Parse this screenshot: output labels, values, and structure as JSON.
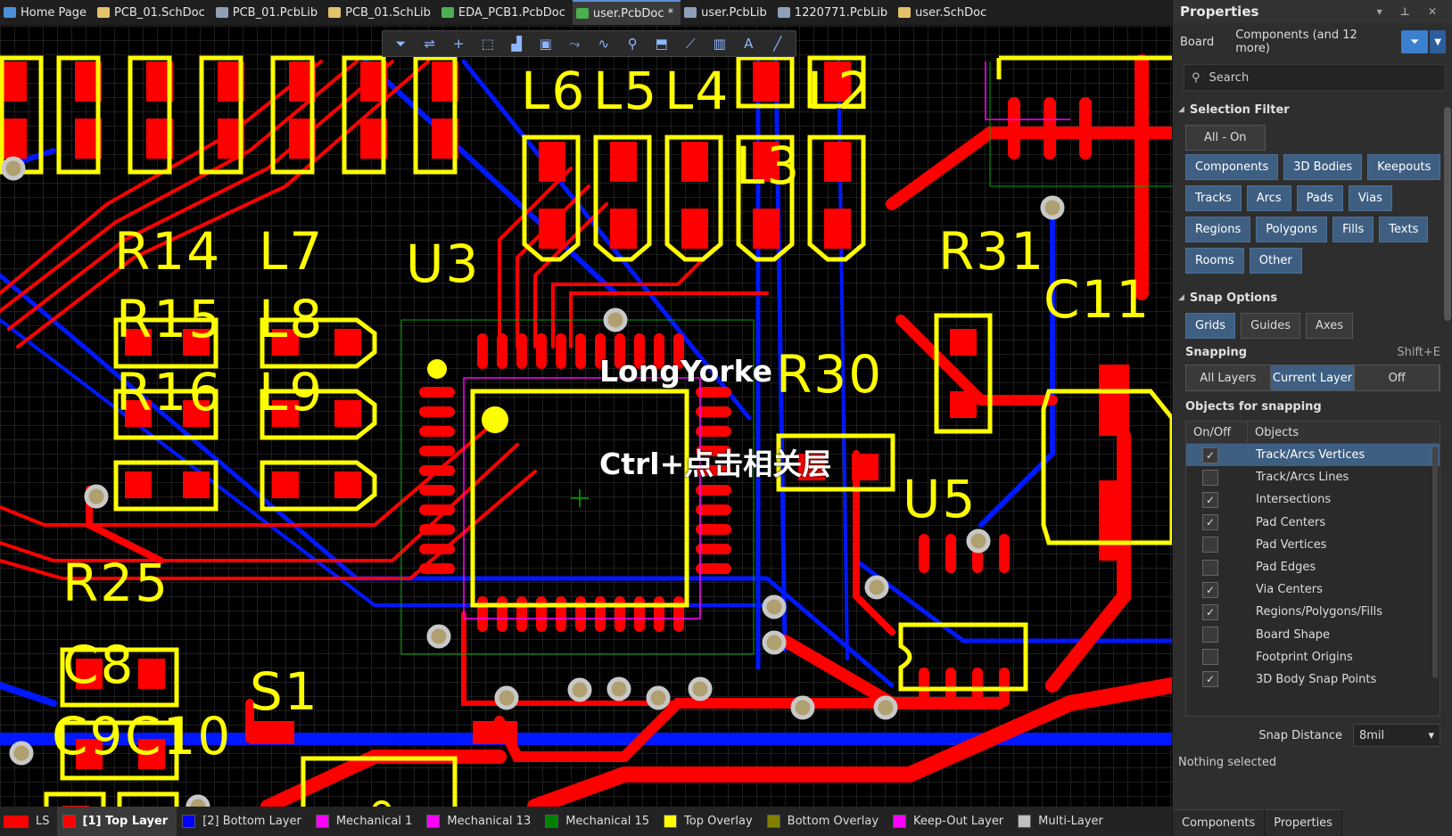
{
  "tabs": [
    {
      "label": "Home Page",
      "icon": "home-icon",
      "color": "#4a90d9"
    },
    {
      "label": "PCB_01.SchDoc",
      "icon": "schdoc-icon",
      "color": "#e2c26b"
    },
    {
      "label": "PCB_01.PcbLib",
      "icon": "pcblib-icon",
      "color": "#8fa0b8"
    },
    {
      "label": "PCB_01.SchLib",
      "icon": "schlib-icon",
      "color": "#e2c26b"
    },
    {
      "label": "EDA_PCB1.PcbDoc",
      "icon": "pcbdoc-icon",
      "color": "#4caf50"
    },
    {
      "label": "user.PcbDoc *",
      "icon": "pcbdoc-icon",
      "color": "#4caf50"
    },
    {
      "label": "user.PcbLib",
      "icon": "pcblib-icon",
      "color": "#8fa0b8"
    },
    {
      "label": "1220771.PcbLib",
      "icon": "pcblib-icon",
      "color": "#8fa0b8"
    },
    {
      "label": "user.SchDoc",
      "icon": "schdoc-icon",
      "color": "#e2c26b"
    }
  ],
  "canvas": {
    "watermark1": "LongYorke",
    "watermark2": "Ctrl+点击相关层",
    "designators": [
      "R14",
      "L7",
      "U3",
      "R31",
      "C11",
      "R30",
      "U5",
      "R25",
      "S1",
      "C8",
      "C9",
      "C10",
      "R15",
      "R16",
      "L8",
      "L9",
      "L6",
      "L5",
      "L4",
      "L3",
      "L2"
    ]
  },
  "layerbar": {
    "ls": "LS",
    "layers": [
      {
        "label": "[1] Top Layer",
        "color": "#ff0000",
        "active": true
      },
      {
        "label": "[2] Bottom Layer",
        "color": "#0000ff"
      },
      {
        "label": "Mechanical 1",
        "color": "#ff00ff"
      },
      {
        "label": "Mechanical 13",
        "color": "#ff00ff"
      },
      {
        "label": "Mechanical 15",
        "color": "#008000"
      },
      {
        "label": "Top Overlay",
        "color": "#ffff00"
      },
      {
        "label": "Bottom Overlay",
        "color": "#808000"
      },
      {
        "label": "Keep-Out Layer",
        "color": "#ff00ff"
      },
      {
        "label": "Multi-Layer",
        "color": "#c0c0c0"
      }
    ]
  },
  "properties": {
    "title": "Properties",
    "board": "Board",
    "components": "Components (and 12 more)",
    "search_placeholder": "Search",
    "selection_filter": "Selection Filter",
    "all_on": "All - On",
    "filters": [
      "Components",
      "3D Bodies",
      "Keepouts",
      "Tracks",
      "Arcs",
      "Pads",
      "Vias",
      "Regions",
      "Polygons",
      "Fills",
      "Texts",
      "Rooms",
      "Other"
    ],
    "snap_options": "Snap Options",
    "snap_modes": [
      "Grids",
      "Guides",
      "Axes"
    ],
    "snapping": "Snapping",
    "snapping_shortcut": "Shift+E",
    "snapping_modes": [
      "All Layers",
      "Current Layer",
      "Off"
    ],
    "objects_for_snapping": "Objects for snapping",
    "col_onoff": "On/Off",
    "col_objects": "Objects",
    "objects": [
      {
        "label": "Track/Arcs Vertices",
        "checked": true,
        "selected": true
      },
      {
        "label": "Track/Arcs Lines",
        "checked": false
      },
      {
        "label": "Intersections",
        "checked": true
      },
      {
        "label": "Pad Centers",
        "checked": true
      },
      {
        "label": "Pad Vertices",
        "checked": false
      },
      {
        "label": "Pad Edges",
        "checked": false
      },
      {
        "label": "Via Centers",
        "checked": true
      },
      {
        "label": "Regions/Polygons/Fills",
        "checked": true
      },
      {
        "label": "Board Shape",
        "checked": false
      },
      {
        "label": "Footprint Origins",
        "checked": false
      },
      {
        "label": "3D Body Snap Points",
        "checked": true
      }
    ],
    "snap_distance_label": "Snap Distance",
    "snap_distance": "8mil",
    "status": "Nothing selected",
    "bottom_tabs": [
      "Components",
      "Properties"
    ]
  }
}
